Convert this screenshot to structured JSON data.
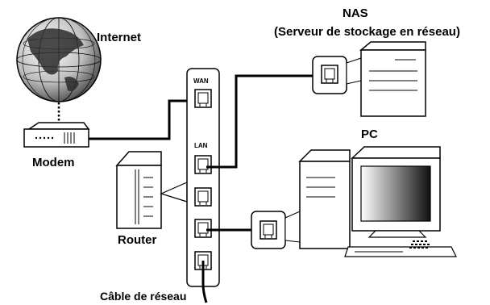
{
  "labels": {
    "internet": "Internet",
    "modem": "Modem",
    "router": "Router",
    "nas_title": "NAS",
    "nas_subtitle": "(Serveur de stockage en réseau)",
    "pc": "PC",
    "cable": "Câble de réseau",
    "wan": "WAN",
    "lan": "LAN"
  },
  "icons": [
    "globe-icon",
    "modem-icon",
    "router-icon",
    "nas-icon",
    "pc-icon"
  ],
  "colors": {
    "line": "#000000",
    "fill": "#ffffff",
    "panel": "#f0f0f0"
  }
}
